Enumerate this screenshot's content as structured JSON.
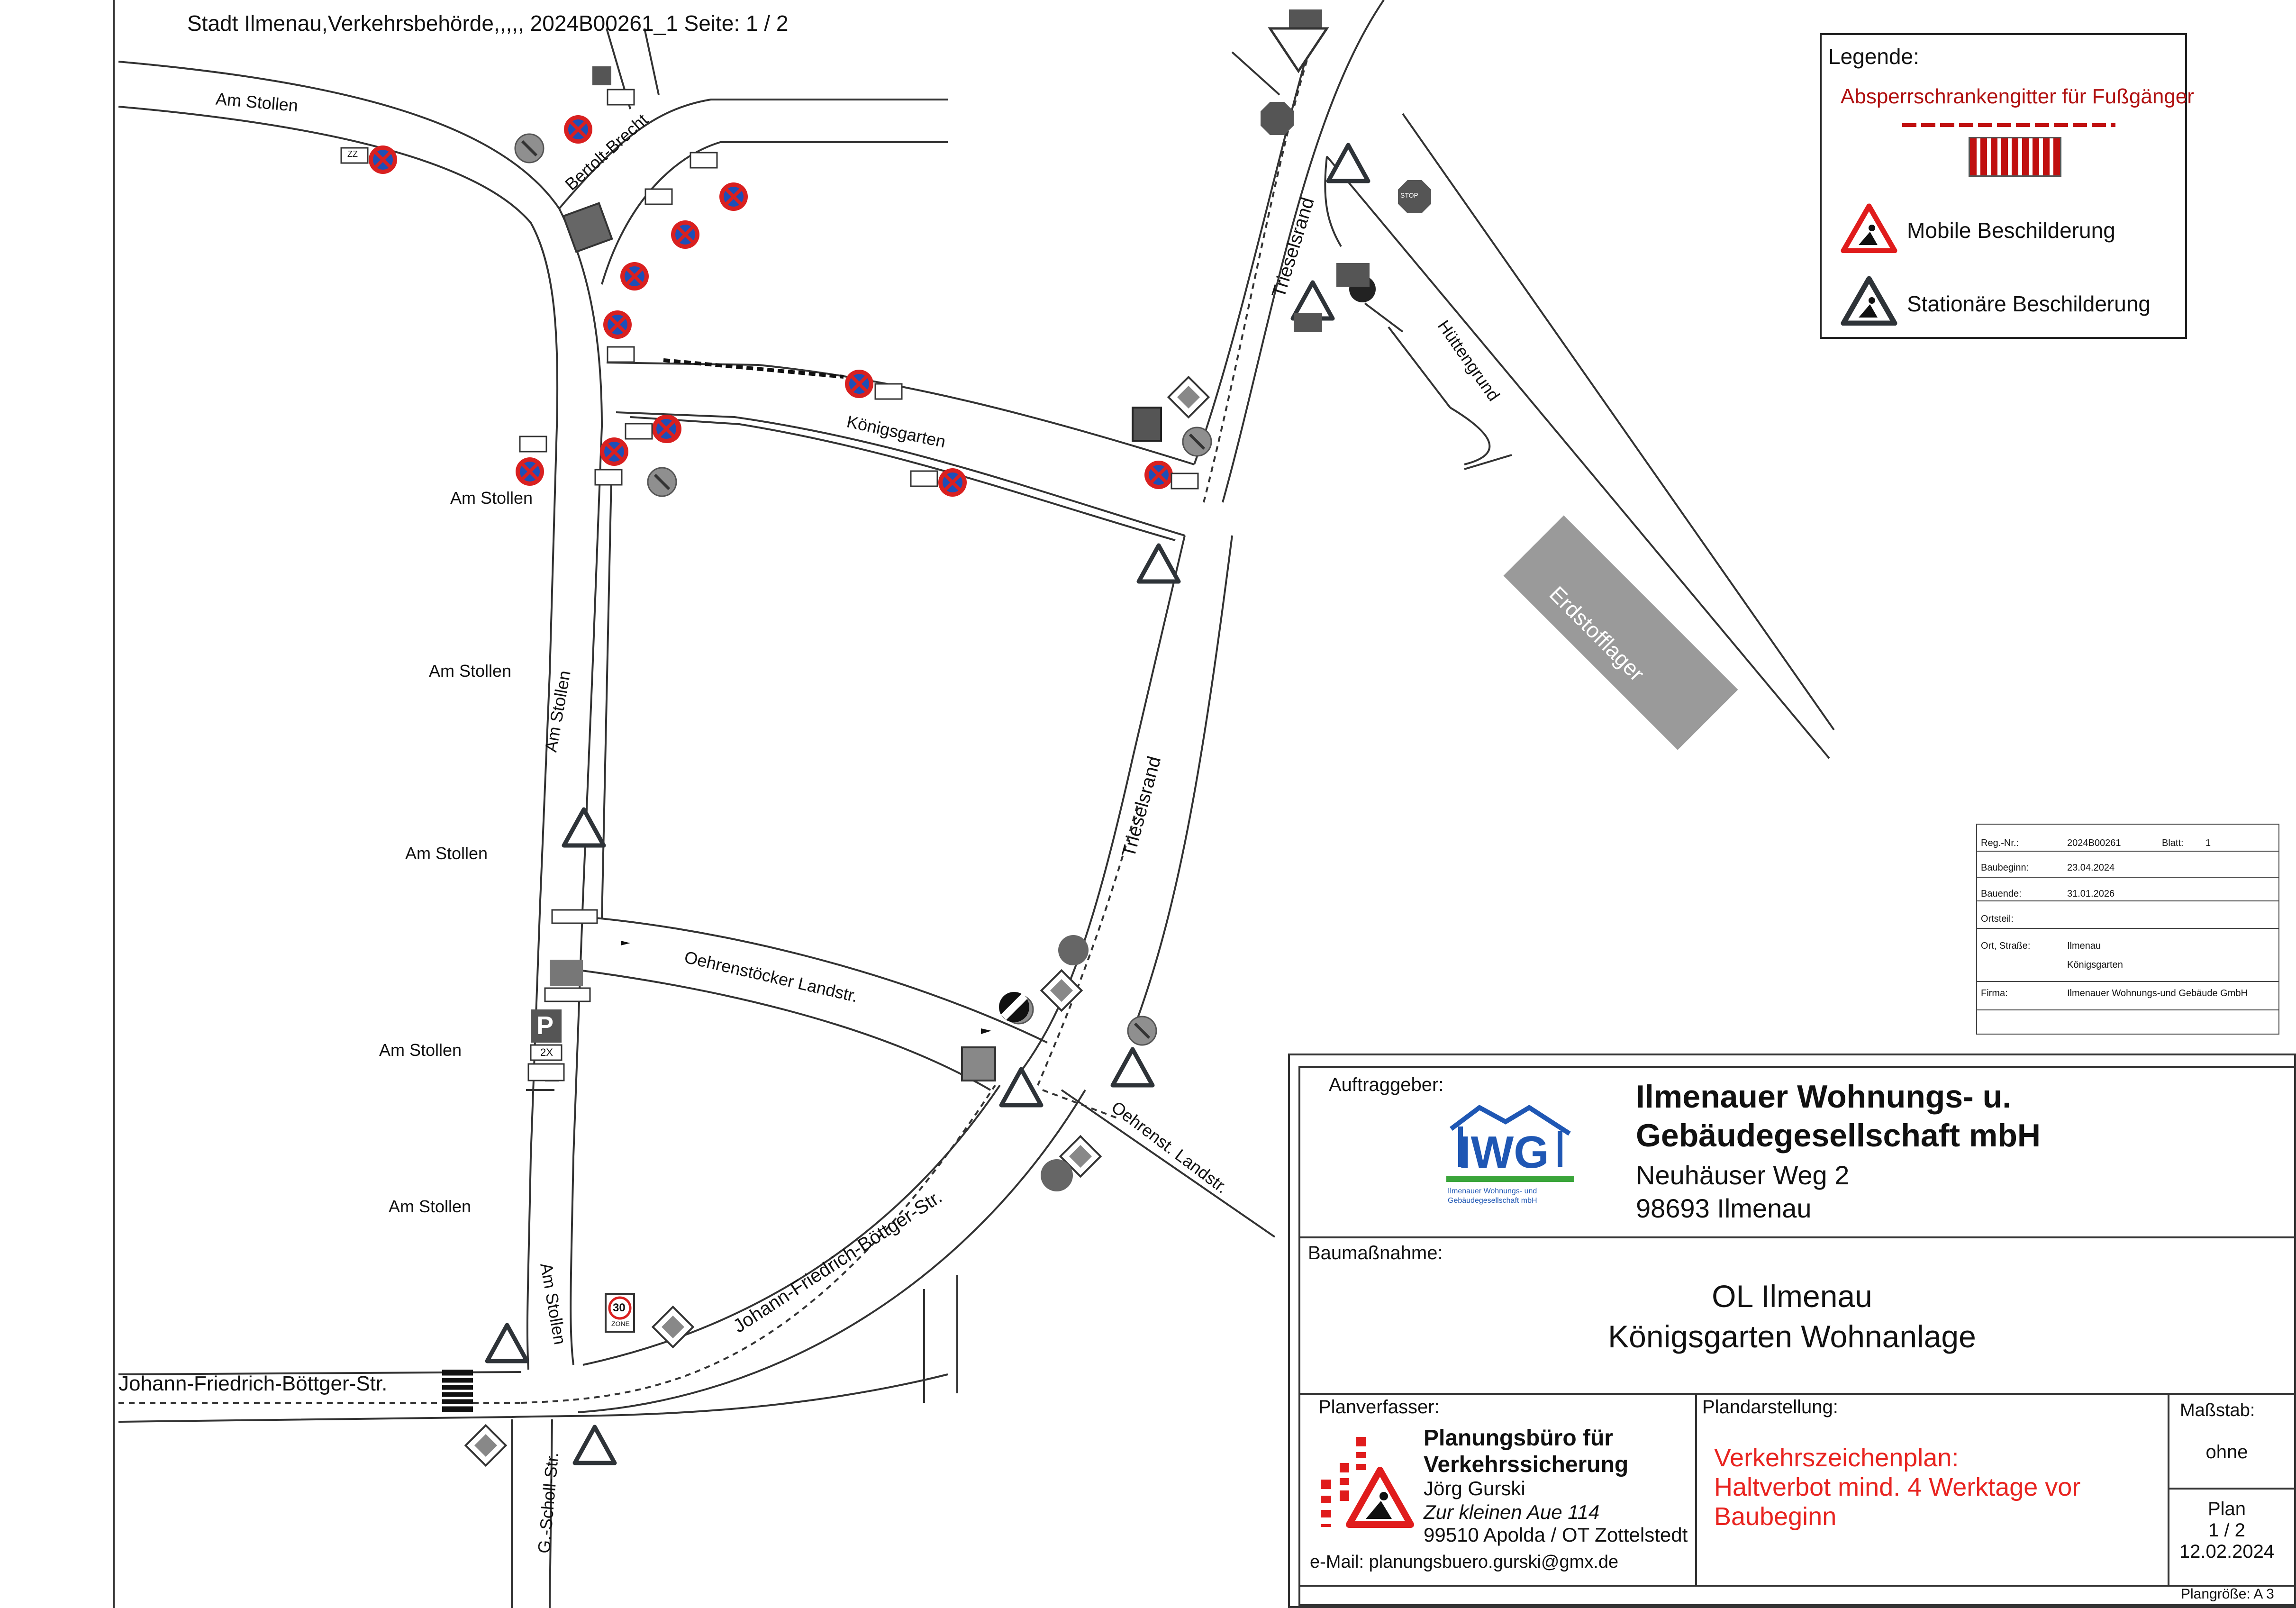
{
  "header": {
    "text": "Stadt Ilmenau,Verkehrsbehörde,,,,,        2024B00261_1  Seite: 1 / 2"
  },
  "streets": {
    "am_stollen": "Am Stollen",
    "bertolt_brecht": "Bertolt-Brecht",
    "koenigsgarten": "Königsgarten",
    "trieselsrand": "Trieselsrand",
    "huettengrund": "Hüttengrund",
    "oehrenstoecker": "Oehrenstöcker Landstr.",
    "oehrenst": "Oehrenst. Landstr.",
    "jfb_diag": "Johann-Friedrich-Böttger-Str.",
    "jfb_main": "Johann-Friedrich-Böttger-Str.",
    "scholl": "G.-Scholl-Str."
  },
  "erdstofflager": "Erdstofflager",
  "signs": {
    "zz": "ZZ",
    "parking": "P",
    "count_2x": "2X",
    "speed_30": "30",
    "zone": "ZONE",
    "stop": "STOP"
  },
  "legend": {
    "title": "Legende:",
    "barrier_label": "Absperrschrankengitter für Fußgänger",
    "mobile_label": "Mobile Beschilderung",
    "stationary_label": "Stationäre Beschilderung"
  },
  "info_table": {
    "reg_label": "Reg.-Nr.:",
    "reg_value": "2024B00261",
    "blatt_label": "Blatt:",
    "blatt_value": "1",
    "baubeginn_label": "Baubeginn:",
    "baubeginn_value": "23.04.2024",
    "bauende_label": "Bauende:",
    "bauende_value": "31.01.2026",
    "ortsteil_label": "Ortsteil:",
    "ort_label": "Ort, Straße:",
    "ort_value1": "Ilmenau",
    "ort_value2": "Königsgarten",
    "firma_label": "Firma:",
    "firma_value": "Ilmenauer Wohnungs-und Gebäude GmbH"
  },
  "title_block": {
    "auftraggeber_label": "Auftraggeber:",
    "logo_text": "IWG",
    "logo_sub1": "Ilmenauer Wohnungs- und",
    "logo_sub2": "Gebäudegesellschaft mbH",
    "client_line1": "Ilmenauer Wohnungs- u.",
    "client_line2": "Gebäudegesellschaft mbH",
    "client_line3": "Neuhäuser Weg 2",
    "client_line4": "98693 Ilmenau",
    "baumassnahme_label": "Baumaßnahme:",
    "project_line1": "OL Ilmenau",
    "project_line2": "Königsgarten Wohnanlage",
    "planverfasser_label": "Planverfasser:",
    "planer_line1": "Planungsbüro für",
    "planer_line2": "Verkehrssicherung",
    "planer_line3": "Jörg Gurski",
    "planer_line4": "Zur kleinen Aue 114",
    "planer_line5": "99510 Apolda / OT Zottelstedt",
    "email": "e-Mail: planungsbuero.gurski@gmx.de",
    "plandarstellung_label": "Plandarstellung:",
    "plan_line1": "Verkehrszeichenplan:",
    "plan_line2": "Haltverbot mind. 4 Werktage vor",
    "plan_line3": "Baubeginn",
    "massstab_label": "Maßstab:",
    "massstab_value": "ohne",
    "plan_label": "Plan",
    "plan_page": "1 / 2",
    "plan_date": "12.02.2024",
    "plangroesse": "Plangröße: A 3"
  },
  "colors": {
    "sign_red": "#d92020",
    "sign_blue": "#1d4fb8",
    "plan_text_red": "#e8231f",
    "legend_red": "#b01010",
    "logo_blue": "#1f57b4",
    "logo_green": "#3aa53a",
    "block_gray": "#9a9a9a"
  }
}
